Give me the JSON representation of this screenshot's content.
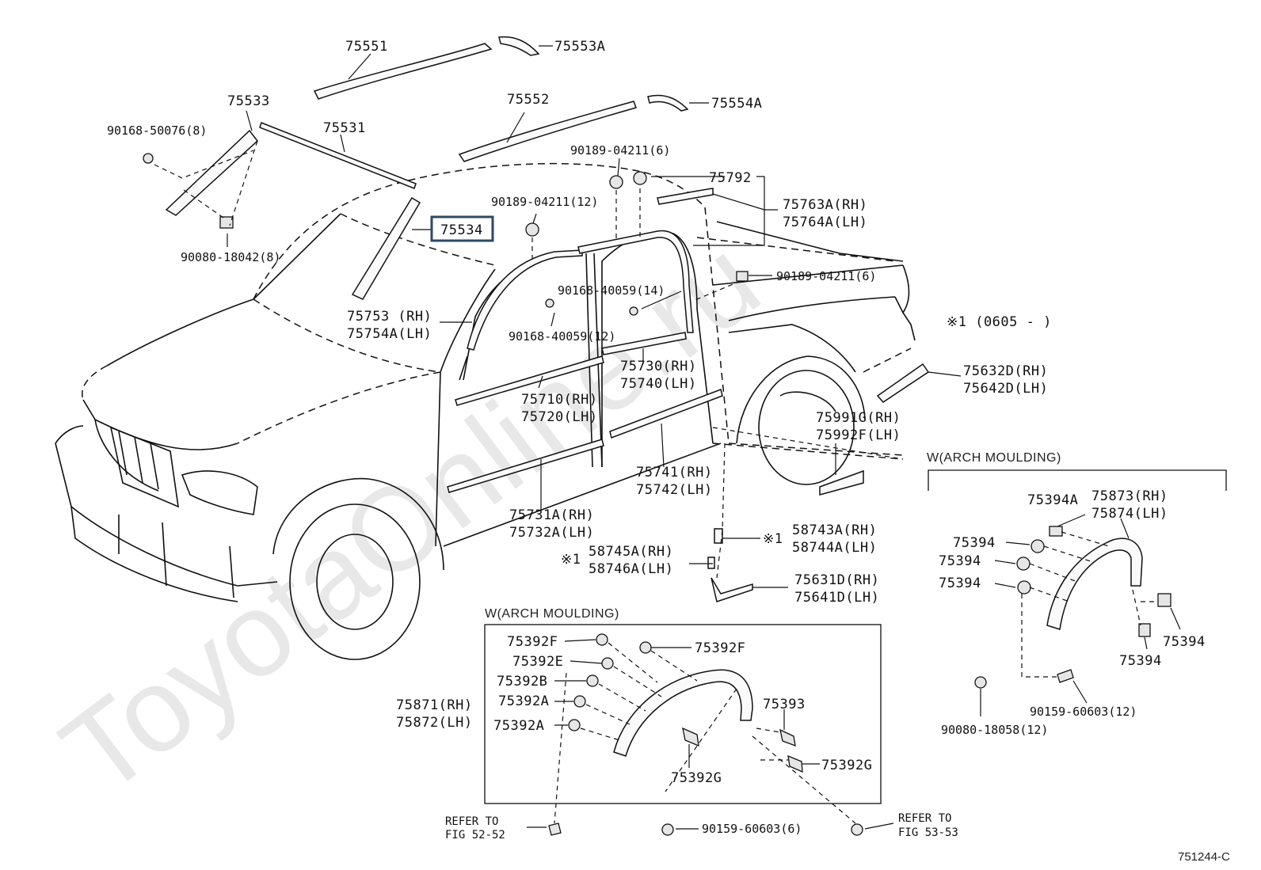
{
  "watermark": "ToyotaOnline.ru",
  "drawing_id": "751244-C",
  "highlighted_part": "75534",
  "labels": {
    "p75551": "75551",
    "p75553A": "75553A",
    "p75552": "75552",
    "p75554A": "75554A",
    "p75533": "75533",
    "p90168_50076": "90168-50076(8)",
    "p75531": "75531",
    "p90189_04211_6a": "90189-04211(6)",
    "p75792": "75792",
    "p75763A": "75763A(RH)",
    "p75764A": "75764A(LH)",
    "p90189_04211_12": "90189-04211(12)",
    "p75534": "75534",
    "p90080_18042": "90080-18042(8)",
    "p90168_40059_14": "90168-40059(14)",
    "p90189_04211_6b": "90189-04211(6)",
    "p75753": "75753  (RH)",
    "p75754A": "75754A(LH)",
    "p90168_40059_12": "90168-40059(12)",
    "note_0605": "※1 (0605 -        )",
    "p75730": "75730(RH)",
    "p75740": "75740(LH)",
    "p75632D": "75632D(RH)",
    "p75642D": "75642D(LH)",
    "p75710": "75710(RH)",
    "p75720": "75720(LH)",
    "p75991G": "75991G(RH)",
    "p75992F": "75992F(LH)",
    "p75741": "75741(RH)",
    "p75742": "75742(LH)",
    "p75731A": "75731A(RH)",
    "p75732A": "75732A(LH)",
    "p58743A": "58743A(RH)",
    "p58744A": "58744A(LH)",
    "mark1a": "※1",
    "p58745A": "58745A(RH)",
    "p58746A": "58746A(LH)",
    "mark1b": "※1",
    "p75631D": "75631D(RH)",
    "p75641D": "75641D(LH)",
    "p75394A": "75394A",
    "p75873": "75873(RH)",
    "p75874": "75874(LH)",
    "p75394_1": "75394",
    "p75394_2": "75394",
    "p75394_3": "75394",
    "p75394_4": "75394",
    "p75394_5": "75394",
    "p90159_60603_12": "90159-60603(12)",
    "p90080_18058": "90080-18058(12)",
    "p75392F_a": "75392F",
    "p75392F_b": "75392F",
    "p75392E": "75392E",
    "p75392B": "75392B",
    "p75392A_a": "75392A",
    "p75392A_b": "75392A",
    "p75871": "75871(RH)",
    "p75872": "75872(LH)",
    "p75393": "75393",
    "p75392G_a": "75392G",
    "p75392G_b": "75392G",
    "p90159_60603_6": "90159-60603(6)"
  },
  "sections": {
    "arch_right": "W(ARCH MOULDING)",
    "arch_bottom": "W(ARCH MOULDING)"
  },
  "refs": {
    "left_refer": "REFER TO",
    "left_fig": "FIG 52-52",
    "right_refer": "REFER TO",
    "right_fig": "FIG 53-53"
  }
}
